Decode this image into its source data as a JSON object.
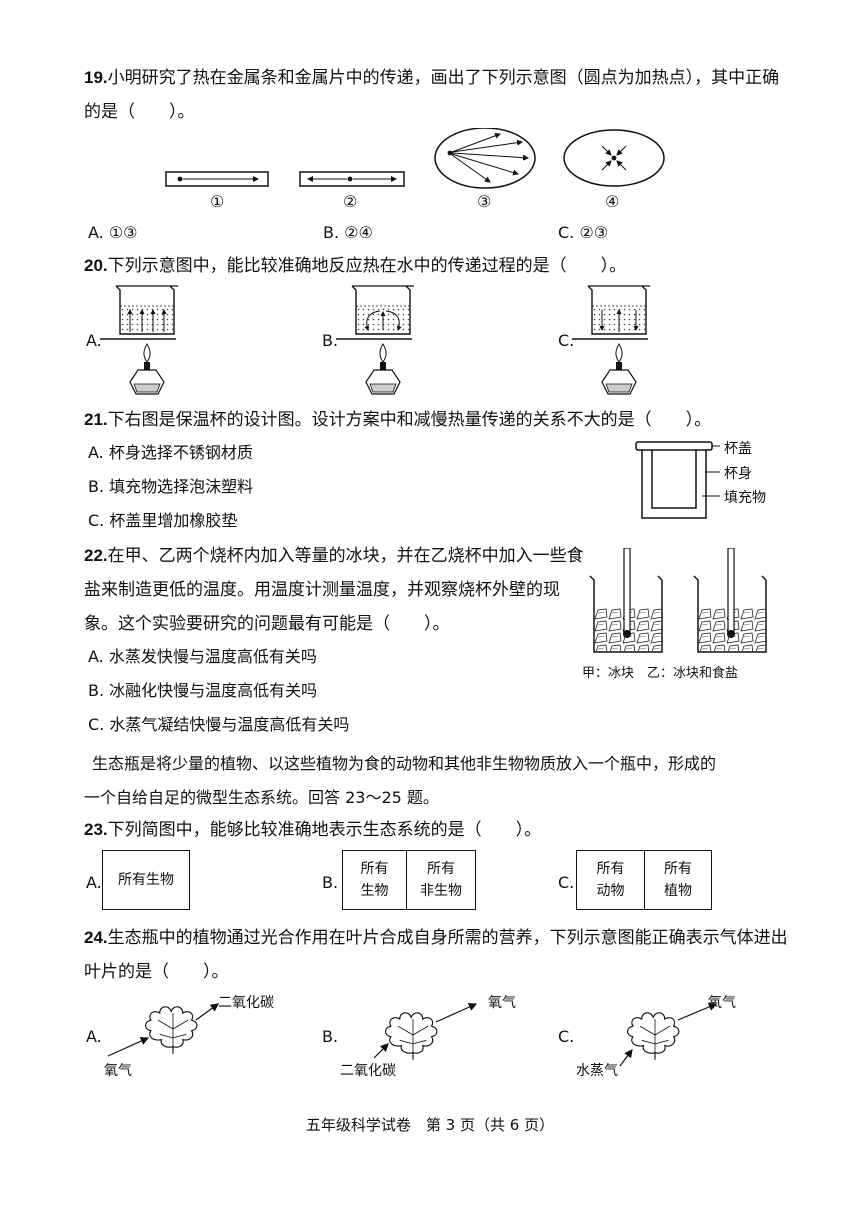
{
  "q19": {
    "num": "19.",
    "line1": "小明研究了热在金属条和金属片中的传递，画出了下列示意图（圆点为加热点），其中正确",
    "line2": "的是（　　）。",
    "diagram_labels": [
      "①",
      "②",
      "③",
      "④"
    ],
    "options": [
      "A. ①③",
      "B. ②④",
      "C. ②③"
    ]
  },
  "q20": {
    "num": "20.",
    "text": "下列示意图中，能比较准确地反应热在水中的传递过程的是（　　）。",
    "options": [
      "A.",
      "B.",
      "C."
    ]
  },
  "q21": {
    "num": "21.",
    "text": "下右图是保温杯的设计图。设计方案中和减慢热量传递的关系不大的是（　　）。",
    "options": [
      "A. 杯身选择不锈钢材质",
      "B. 填充物选择泡沫塑料",
      "C. 杯盖里增加橡胶垫"
    ],
    "labels": [
      "杯盖",
      "杯身",
      "填充物"
    ]
  },
  "q22": {
    "num": "22.",
    "line1": "在甲、乙两个烧杯内加入等量的冰块，并在乙烧杯中加入一些食",
    "line2": "盐来制造更低的温度。用温度计测量温度，并观察烧杯外壁的现",
    "line3": "象。这个实验要研究的问题最有可能是（　　）。",
    "options": [
      "A. 水蒸发快慢与温度高低有关吗",
      "B. 冰融化快慢与温度高低有关吗",
      "C. 水蒸气凝结快慢与温度高低有关吗"
    ],
    "caption": "甲：冰块　乙：冰块和食盐"
  },
  "intro": {
    "line1": "生态瓶是将少量的植物、以这些植物为食的动物和其他非生物物质放入一个瓶中，形成的",
    "line2": "一个自给自足的微型生态系统。回答 23～25 题。"
  },
  "q23": {
    "num": "23.",
    "text": "下列简图中，能够比较准确地表示生态系统的是（　　）。",
    "options": [
      "A.",
      "B.",
      "C."
    ],
    "a_box": "所有生物",
    "b_left": [
      "所有",
      "生物"
    ],
    "b_right": [
      "所有",
      "非生物"
    ],
    "c_left": [
      "所有",
      "动物"
    ],
    "c_right": [
      "所有",
      "植物"
    ]
  },
  "q24": {
    "num": "24.",
    "line1": "生态瓶中的植物通过光合作用在叶片合成自身所需的营养，下列示意图能正确表示气体进出",
    "line2": "叶片的是（　　）。",
    "options": [
      "A.",
      "B.",
      "C."
    ],
    "a_out": "二氧化碳",
    "a_in": "氧气",
    "b_out": "氧气",
    "b_in": "二氧化碳",
    "c_out": "氧气",
    "c_in": "水蒸气"
  },
  "footer": "五年级科学试卷　第 3 页（共 6 页）"
}
